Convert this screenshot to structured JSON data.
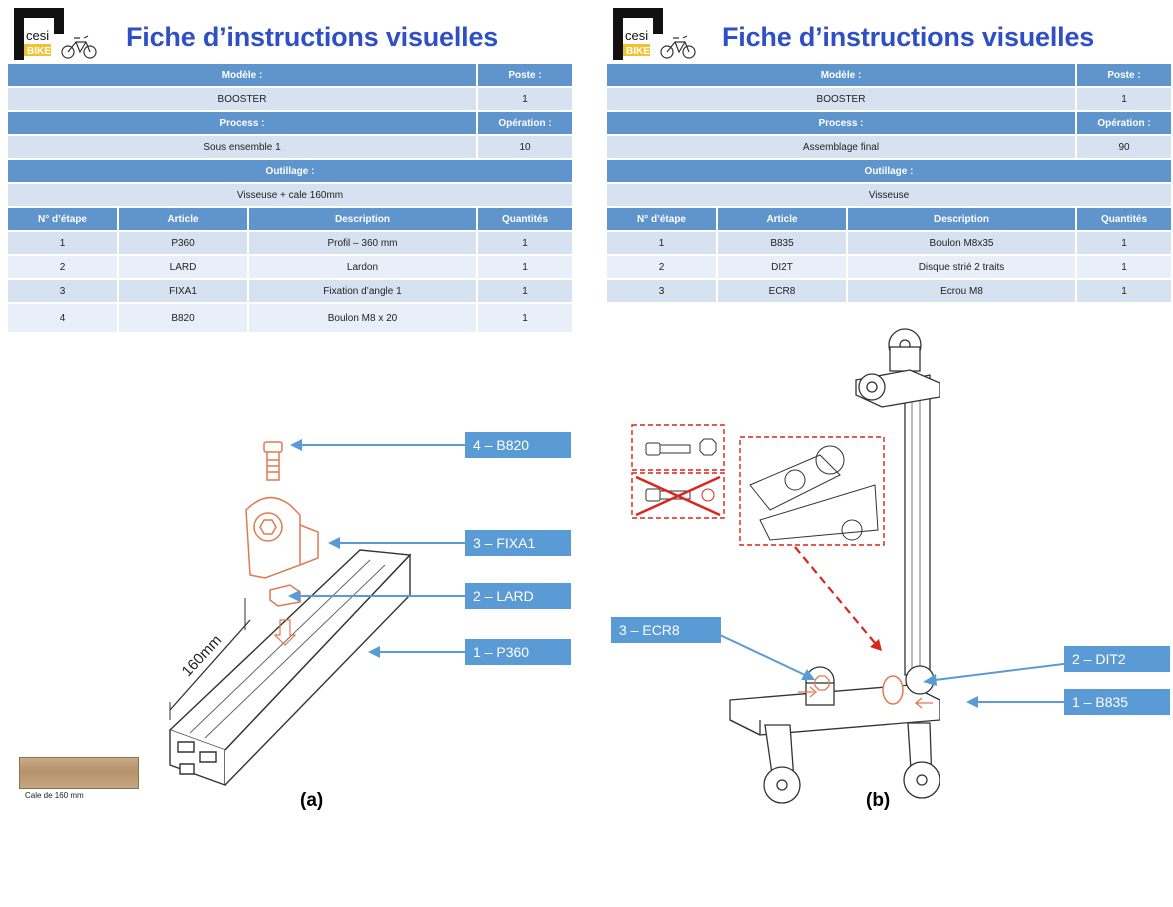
{
  "sheets": [
    {
      "title": "Fiche d’instructions visuelles",
      "logo_text": {
        "top": "cesi",
        "bottom": "BIKE"
      },
      "modele_label": "Modèle :",
      "poste_label": "Poste :",
      "modele": "BOOSTER",
      "poste": "1",
      "process_label": "Process :",
      "operation_label": "Opération :",
      "process": "Sous ensemble 1",
      "operation": "10",
      "outillage_label": "Outillage :",
      "outillage": "Visseuse + cale 160mm",
      "columns": [
        "N° d’étape",
        "Article",
        "Description",
        "Quantités"
      ],
      "rows": [
        [
          "1",
          "P360",
          "Profil – 360 mm",
          "1"
        ],
        [
          "2",
          "LARD",
          "Lardon",
          "1"
        ],
        [
          "3",
          "FIXA1",
          "Fixation d’angle 1",
          "1"
        ],
        [
          "4",
          "B820",
          "Boulon M8 x 20",
          "1"
        ]
      ],
      "callouts": [
        "4 – B820",
        "3 – FIXA1",
        "2 – LARD",
        "1 – P360"
      ],
      "dimension_label": "160mm",
      "shim_caption": "Cale de 160  mm",
      "caption": "(a)"
    },
    {
      "title": "Fiche d’instructions visuelles",
      "logo_text": {
        "top": "cesi",
        "bottom": "BIKE"
      },
      "modele_label": "Modèle :",
      "poste_label": "Poste :",
      "modele": "BOOSTER",
      "poste": "1",
      "process_label": "Process :",
      "operation_label": "Opération :",
      "process": "Assemblage final",
      "operation": "90",
      "outillage_label": "Outillage :",
      "outillage": "Visseuse",
      "columns": [
        "N° d’étape",
        "Article",
        "Description",
        "Quantités"
      ],
      "rows": [
        [
          "1",
          "B835",
          "Boulon M8x35",
          "1"
        ],
        [
          "2",
          "DI2T",
          "Disque strié 2 traits",
          "1"
        ],
        [
          "3",
          "ECR8",
          "Ecrou M8",
          "1"
        ]
      ],
      "callouts": [
        "3 – ECR8",
        "2 – DIT2",
        "1 – B835"
      ],
      "caption": "(b)"
    }
  ],
  "colors": {
    "header_blue": "#5f94cc",
    "title_blue": "#2e4fc6",
    "callout_blue": "#5b9bd5",
    "part_orange": "#e07a4f",
    "detail_red": "#d9261c"
  }
}
